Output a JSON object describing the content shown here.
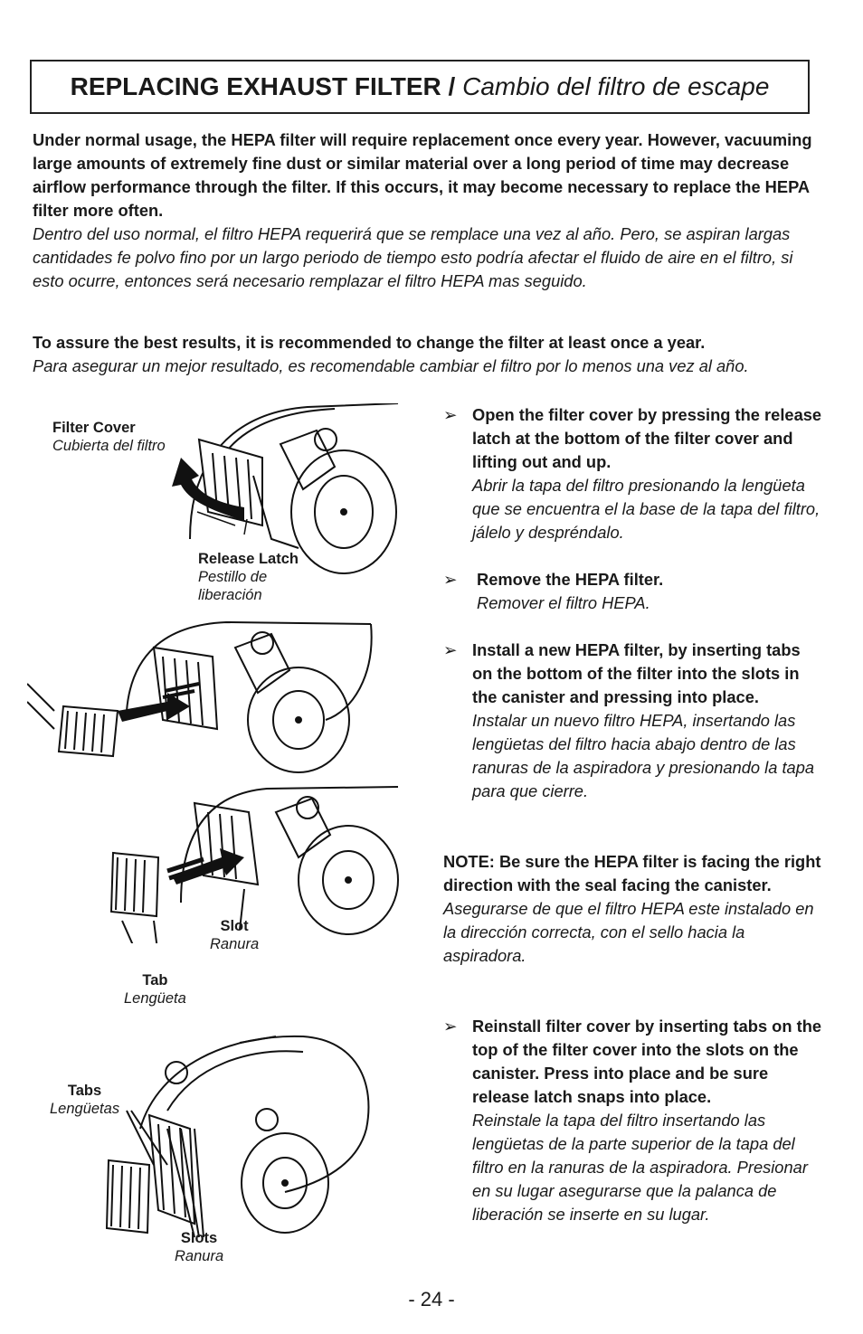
{
  "title": {
    "en": "REPLACING EXHAUST FILTER /",
    "es": "Cambio del filtro de escape"
  },
  "intro": {
    "en": "Under normal usage, the HEPA filter will require replacement once every year. However, vacuuming large amounts of extremely fine dust or similar material over a long period of time may decrease airflow performance through the filter.  If this occurs, it may become necessary to replace the HEPA filter more often.",
    "es": "Dentro del uso normal, el filtro HEPA  requerirá que se remplace una vez al año.  Pero, se aspiran largas cantidades fe polvo fino por un largo periodo de tiempo esto podría afectar el fluido de aire en el filtro, si esto ocurre, entonces será necesario remplazar el filtro HEPA mas seguido."
  },
  "recommend": {
    "en": "To assure the best results, it is recommended to change the filter at least once a year.",
    "es": "Para asegurar un mejor resultado, es recomendable cambiar el filtro por lo menos una vez al año."
  },
  "steps": [
    {
      "bullet": "➢",
      "en": "Open the filter cover by pressing the release latch at the bottom of the filter cover and lifting out and up.",
      "es": "Abrir la tapa del filtro presionando la lengüeta que se encuentra el la base de la tapa del filtro, jálelo y despréndalo."
    },
    {
      "bullet": "➢",
      "en": "Remove the HEPA filter.",
      "es": "Remover el filtro HEPA."
    },
    {
      "bullet": "➢",
      "en": "Install a new HEPA filter, by inserting tabs on the bottom of the filter into the slots in the canister and pressing into place.",
      "es": "Instalar un nuevo filtro HEPA, insertando las lengüetas del filtro hacia abajo dentro de las ranuras de la aspiradora y presionando la tapa para que cierre."
    },
    {
      "bullet": "➢",
      "en": "Reinstall filter cover by inserting tabs on the top of the filter cover into the slots on the canister.  Press into place and be sure release latch snaps into place.",
      "es": "Reinstale la tapa del filtro insertando las lengüetas de la parte superior de la tapa del filtro en la ranuras de la aspiradora. Presionar en su lugar asegurarse que la palanca de liberación se inserte en su lugar."
    }
  ],
  "note": {
    "en": "NOTE: Be sure the HEPA filter is facing the right direction with the seal facing the canister.",
    "es": "Asegurarse de que el filtro HEPA este instalado en la dirección correcta, con el sello hacia la aspiradora."
  },
  "labels": {
    "filter_cover": {
      "en": "Filter Cover",
      "es": "Cubierta del filtro"
    },
    "release_latch": {
      "en": "Release Latch",
      "es": "Pestillo de liberación"
    },
    "slot": {
      "en": "Slot",
      "es": "Ranura"
    },
    "tab": {
      "en": "Tab",
      "es": "Lengüeta"
    },
    "tabs": {
      "en": "Tabs",
      "es": "Lengüetas"
    },
    "slots": {
      "en": "Slots",
      "es": "Ranura"
    }
  },
  "page_number": "- 24 -",
  "illustrations": [
    "vacuum-open-filter-cover",
    "vacuum-remove-filter",
    "vacuum-install-filter",
    "vacuum-reinstall-cover"
  ]
}
